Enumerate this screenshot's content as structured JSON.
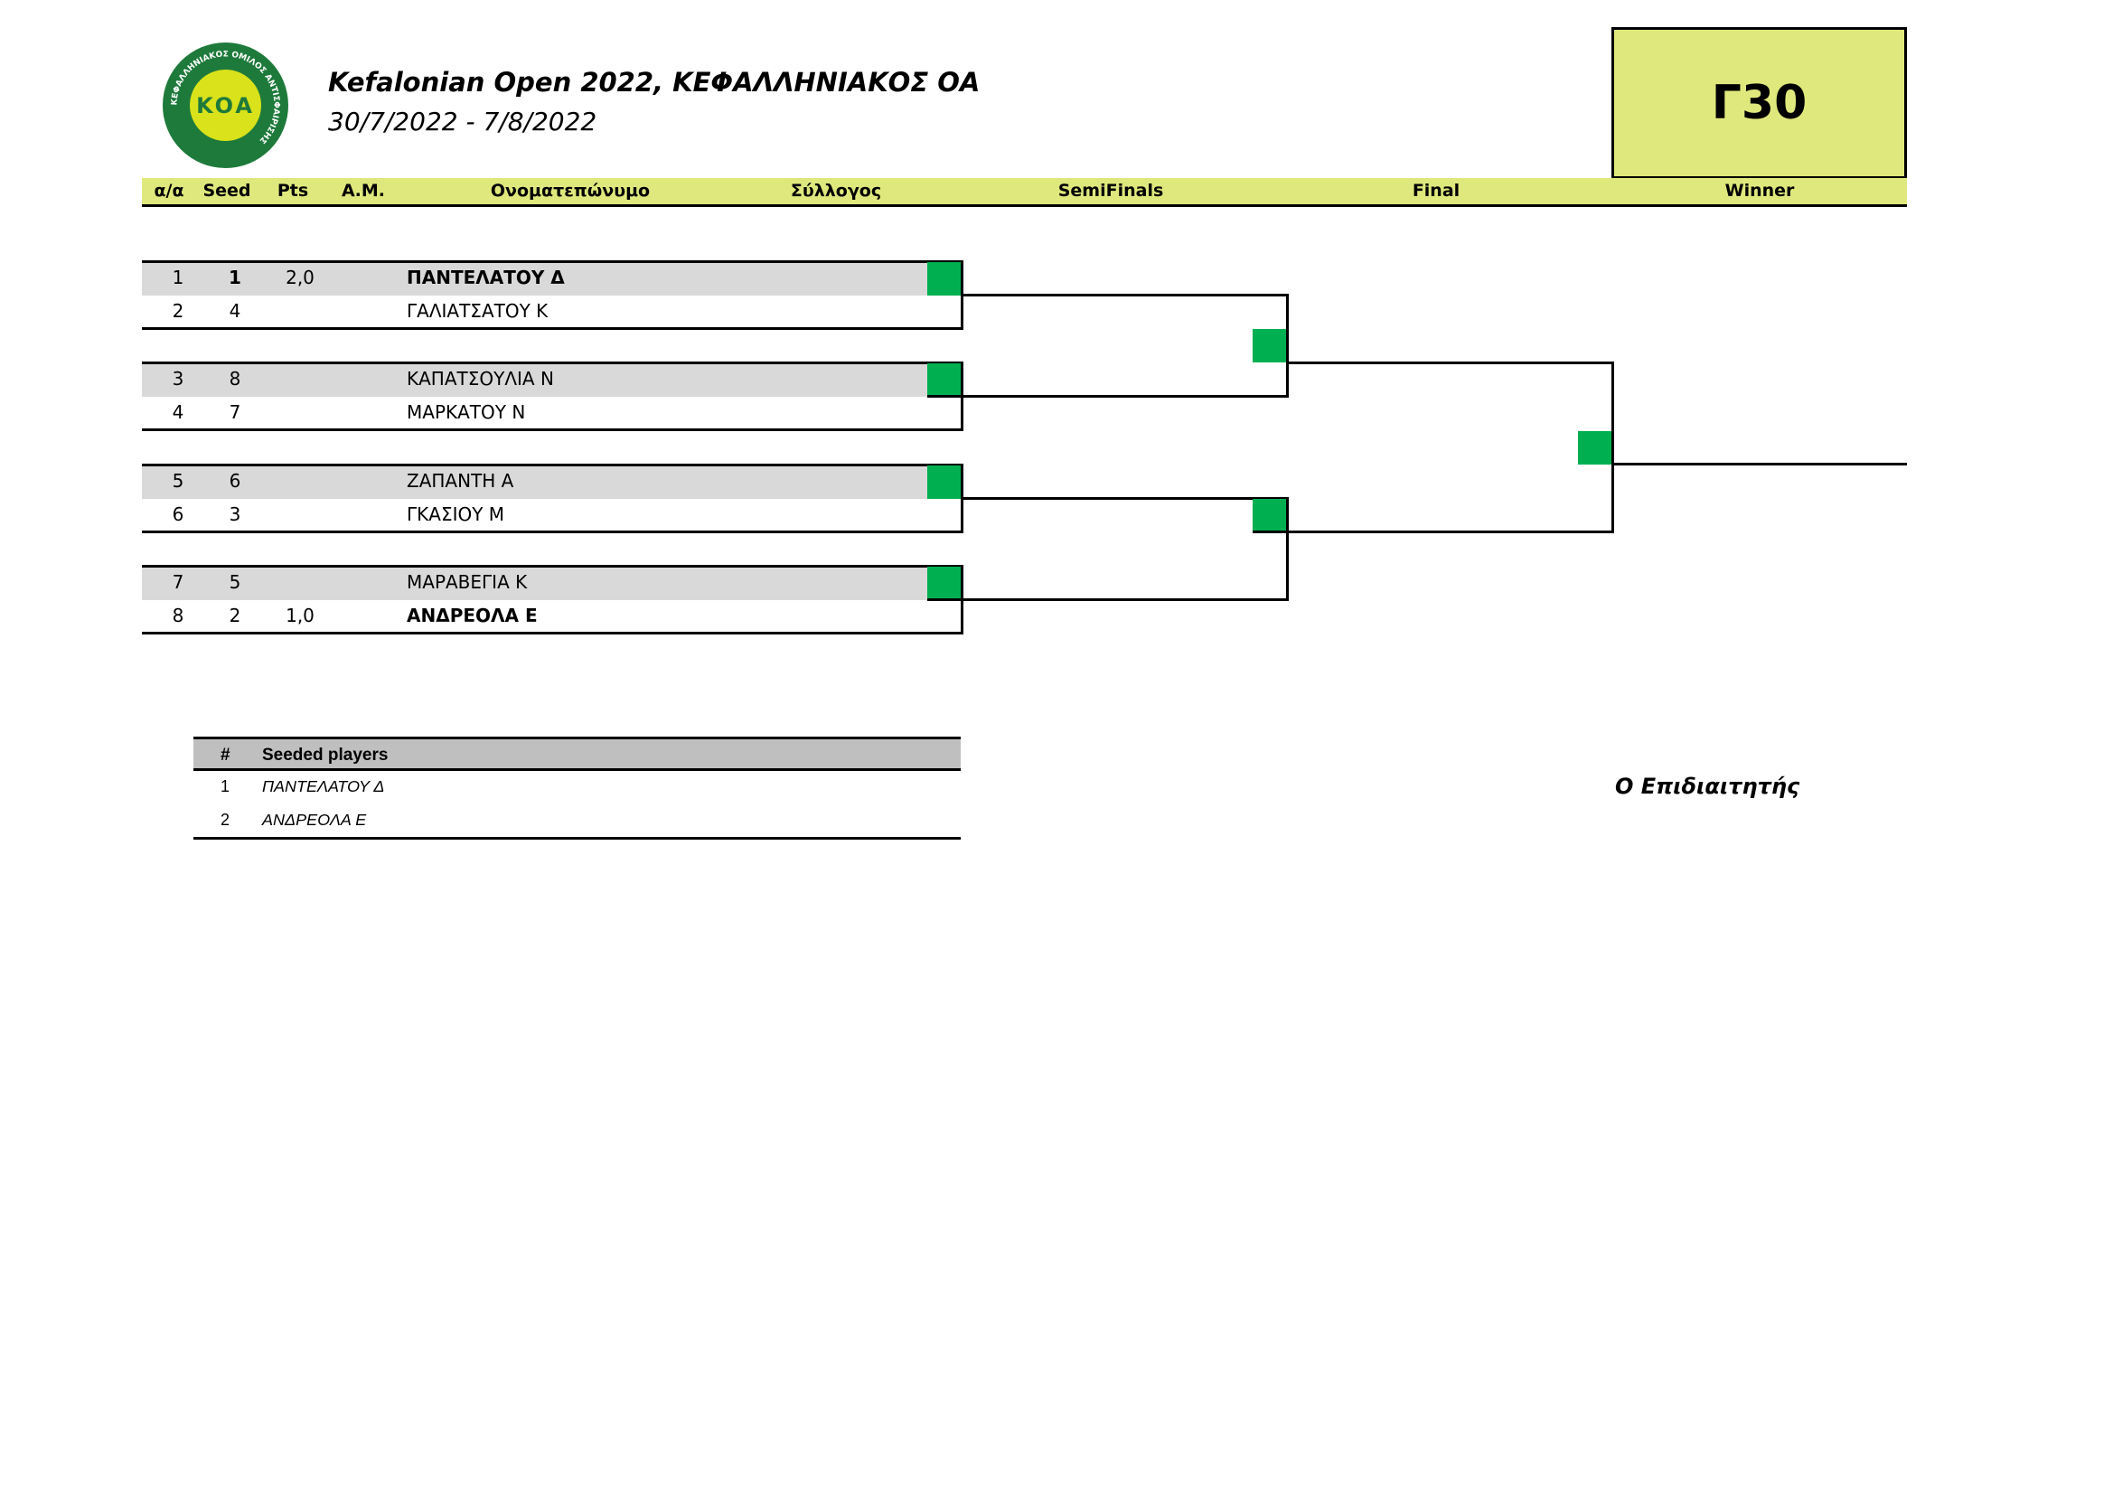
{
  "logo": {
    "text": "KOA",
    "ring_text": "ΚΕΦΑΛΛΗΝΙΑΚΟΣ ΟΜΙΛΟΣ ΑΝΤΙΣΦΑΙΡΙΣΗΣ"
  },
  "header": {
    "title": "Kefalonian Open 2022, ΚΕΦΑΛΛΗΝΙΑΚΟΣ ΟΑ",
    "dates": "30/7/2022 - 7/8/2022",
    "category": "Γ30"
  },
  "columns": {
    "idx": "α/α",
    "seed": "Seed",
    "pts": "Pts",
    "am": "Α.Μ.",
    "name": "Ονοματεπώνυμο",
    "club": "Σύλλογος",
    "semifinals": "SemiFinals",
    "final": "Final",
    "winner": "Winner"
  },
  "draw": [
    {
      "idx": "1",
      "seed": "1",
      "pts": "2,0",
      "name": "ΠΑΝΤΕΛΑΤΟΥ Δ"
    },
    {
      "idx": "2",
      "seed": "4",
      "pts": "",
      "name": "ΓΑΛΙΑΤΣΑΤΟΥ Κ"
    },
    {
      "idx": "3",
      "seed": "8",
      "pts": "",
      "name": "ΚΑΠΑΤΣΟΥΛΙΑ Ν"
    },
    {
      "idx": "4",
      "seed": "7",
      "pts": "",
      "name": "ΜΑΡΚΑΤΟΥ Ν"
    },
    {
      "idx": "5",
      "seed": "6",
      "pts": "",
      "name": "ΖΑΠΑΝΤΗ Α"
    },
    {
      "idx": "6",
      "seed": "3",
      "pts": "",
      "name": "ΓΚΑΣΙΟΥ Μ"
    },
    {
      "idx": "7",
      "seed": "5",
      "pts": "",
      "name": "ΜΑΡΑΒΕΓΙΑ Κ"
    },
    {
      "idx": "8",
      "seed": "2",
      "pts": "1,0",
      "name": "ΑΝΔΡΕΟΛΑ Ε"
    }
  ],
  "seeded": {
    "hash": "#",
    "title": "Seeded players",
    "players": [
      {
        "n": "1",
        "name": "ΠΑΝΤΕΛΑΤΟΥ Δ"
      },
      {
        "n": "2",
        "name": "ΑΝΔΡΕΟΛΑ Ε"
      }
    ]
  },
  "referee": "Ο Επιδιαιτητής",
  "colors": {
    "header_bg": "#dfe87c",
    "match_box": "#00b050",
    "row_shade": "#d9d9d9",
    "logo_green": "#1e7a3b",
    "logo_yellow": "#d9e21a"
  }
}
